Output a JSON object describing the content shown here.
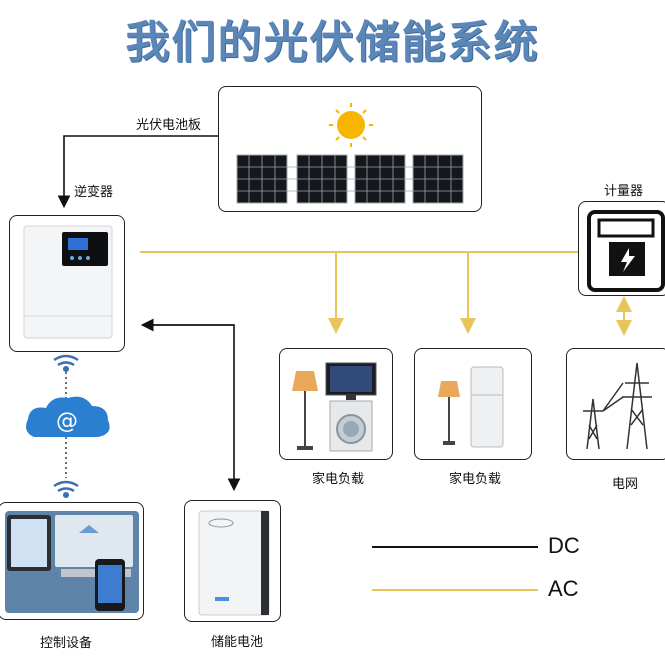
{
  "title": "我们的光伏储能系统",
  "labels": {
    "solar_panel": "光伏电池板",
    "inverter": "逆变器",
    "meter": "计量器",
    "home_load_1": "家电负载",
    "home_load_2": "家电负载",
    "grid": "电网",
    "control_device": "控制设备",
    "storage_battery": "储能电池"
  },
  "cloud_symbol": "@",
  "legend": {
    "dc": "DC",
    "ac": "AC"
  },
  "colors": {
    "title": "#5b86b8",
    "dc_line": "#111111",
    "ac_line": "#e8c55a",
    "cloud": "#2a7fd0"
  }
}
